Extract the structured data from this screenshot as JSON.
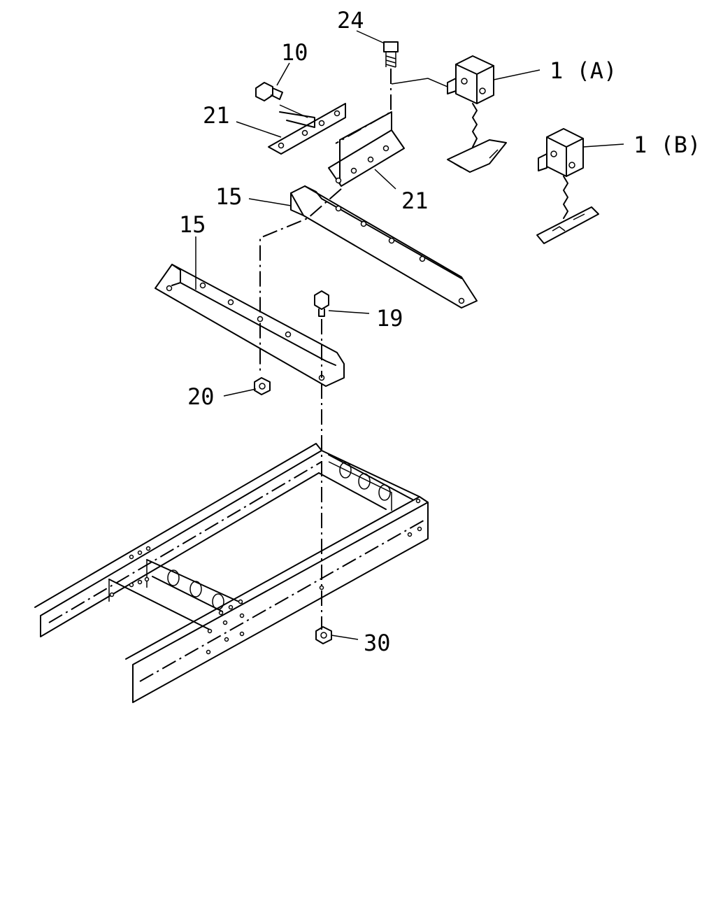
{
  "callouts": {
    "c24": "24",
    "c10": "10",
    "c1a": "1 (A)",
    "c1b": "1 (B)",
    "c21a": "21",
    "c21b": "21",
    "c15a": "15",
    "c15b": "15",
    "c19": "19",
    "c20": "20",
    "c30": "30"
  }
}
